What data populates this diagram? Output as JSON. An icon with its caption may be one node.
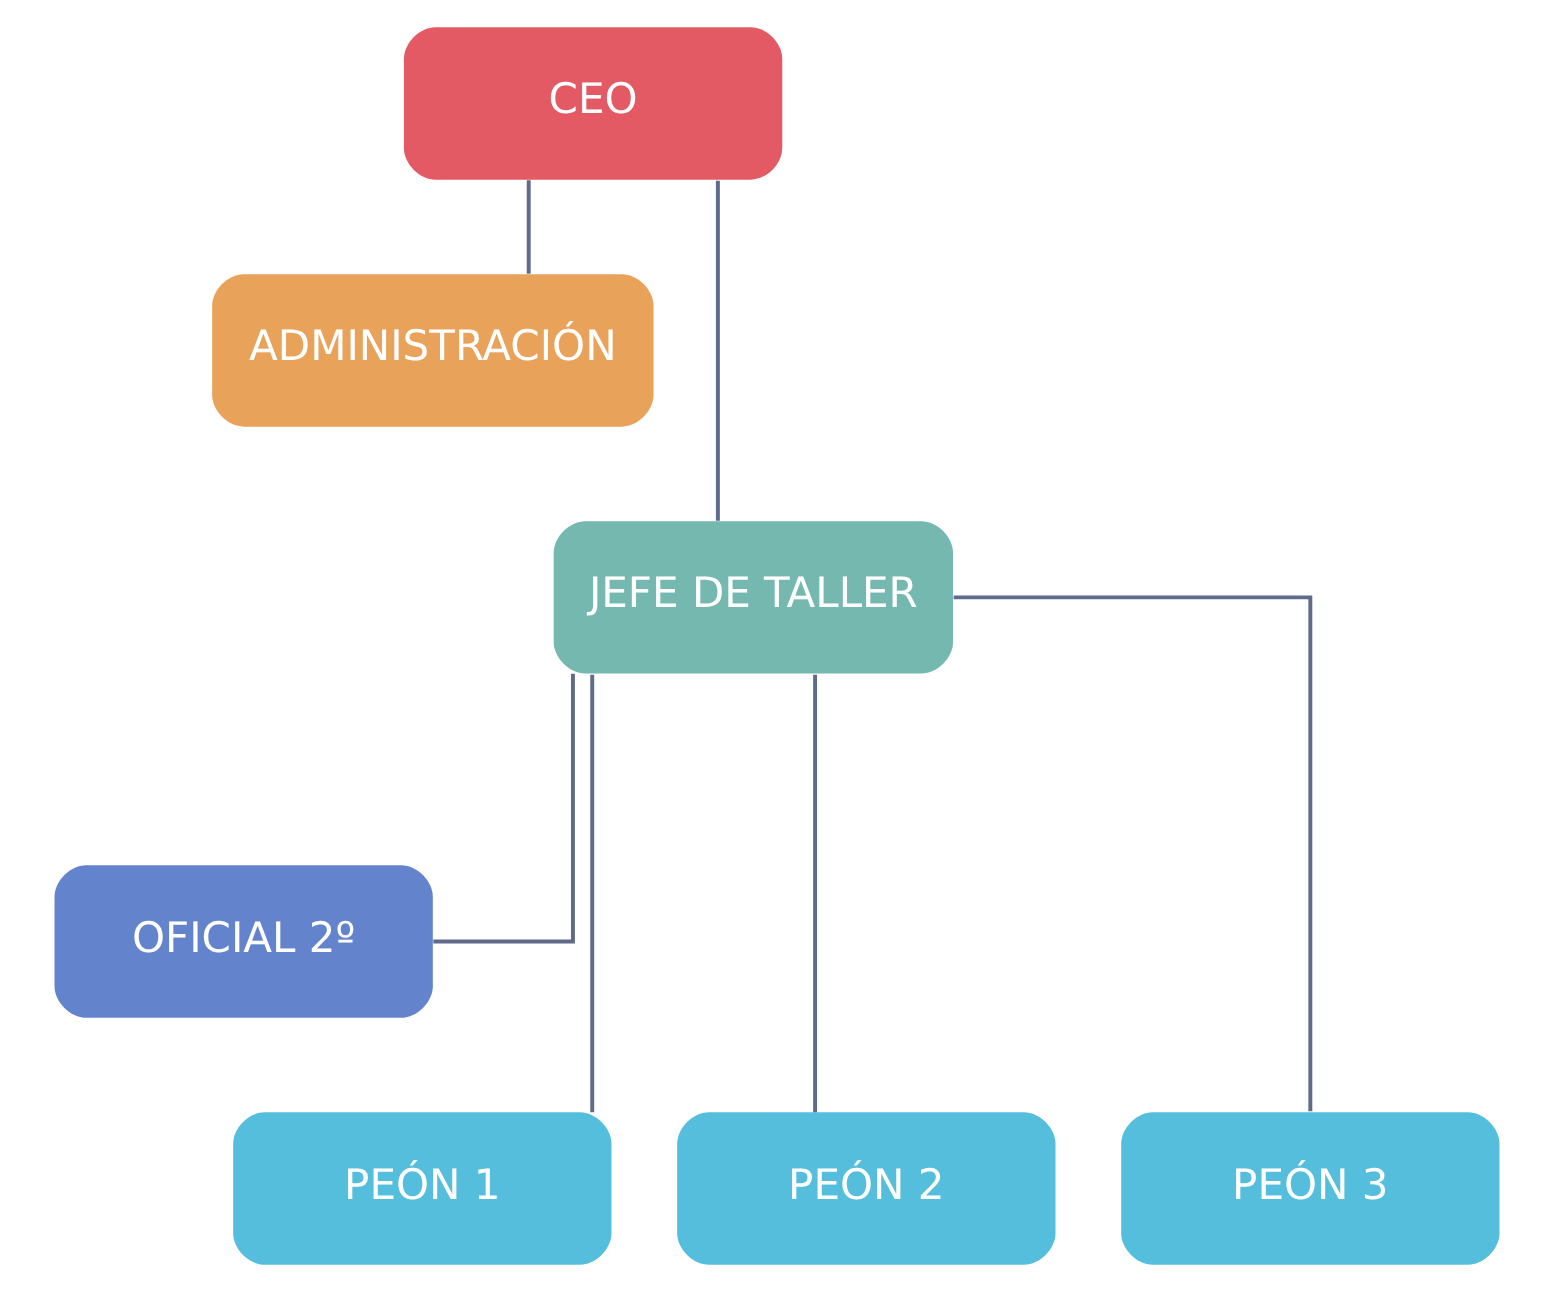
{
  "diagram": {
    "nodes": [
      {
        "text": [
          "CEO"
        ]
      },
      {
        "text": [
          "ADMINISTRACIÓN"
        ]
      },
      {
        "text": [
          "JEFE DE TALLER"
        ]
      },
      {
        "text": [
          "OFICIAL 2º"
        ]
      },
      {
        "text": [
          "PEÓN 1"
        ]
      },
      {
        "text": [
          "PEÓN 2"
        ]
      },
      {
        "text": [
          "PEÓN 3"
        ]
      }
    ],
    "edges": [
      {
        "from": 0,
        "to": 1,
        "arrow": "none"
      },
      {
        "from": 0,
        "to": 2,
        "arrow": "none"
      },
      {
        "from": 2,
        "to": 3,
        "arrow": "none"
      },
      {
        "from": 2,
        "to": 4,
        "arrow": "none"
      },
      {
        "from": 2,
        "to": 5,
        "arrow": "none"
      },
      {
        "from": 2,
        "to": 6,
        "arrow": "none"
      }
    ]
  }
}
